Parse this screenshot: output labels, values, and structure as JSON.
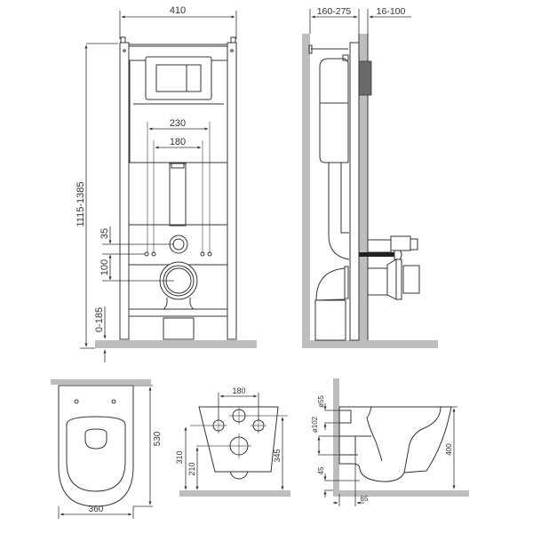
{
  "colors": {
    "line": "#333333",
    "wall_fill": "#bdbdbd",
    "background": "#ffffff",
    "plate_fill": "#5a5a5a"
  },
  "front_view": {
    "width_label": "410",
    "height_label": "1115-1385",
    "bolt_spacing_outer_label": "230",
    "bolt_spacing_inner_label": "180",
    "water_inlet_offset_label": "35",
    "drain_offset_label": "100",
    "floor_adjust_label": "0-185"
  },
  "side_view": {
    "frame_depth_label": "160-275",
    "wall_finish_label": "16-100"
  },
  "bowl_top_view": {
    "depth_label": "530",
    "width_label": "360"
  },
  "bowl_back_view": {
    "bolt_spacing_label": "180",
    "bolt_height_label": "310",
    "drain_height_label": "210",
    "inlet_height_label": "345"
  },
  "bowl_side_view": {
    "inlet_diameter_label": "ø55",
    "drain_diameter_label": "ø102",
    "bottom_offset_label": "45",
    "height_label": "400",
    "drain_offset_label": "65"
  }
}
